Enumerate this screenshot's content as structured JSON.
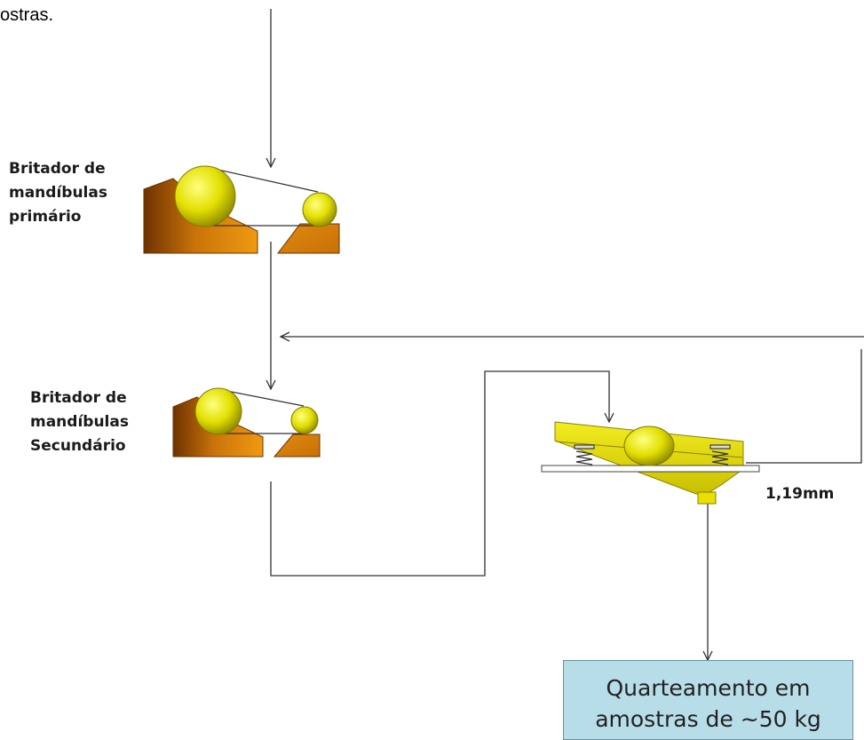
{
  "top_text": "ostras.",
  "equipment": {
    "primary_crusher": {
      "lines": [
        "Britador de",
        "mandíbulas",
        "primário"
      ]
    },
    "secondary_crusher": {
      "lines": [
        "Britador de",
        "mandíbulas",
        "Secundário"
      ]
    },
    "screen": {
      "mesh_label": "1,19mm"
    }
  },
  "output": {
    "lines": [
      "Quarteamento em",
      "amostras de ~50 kg"
    ]
  },
  "colors": {
    "crusher_body": "#d98a10",
    "crusher_dark": "#7a3b00",
    "flywheel": "#e6e000",
    "screen_body": "#e0d800",
    "output_fill": "#b7dde8",
    "line": "#333333"
  }
}
